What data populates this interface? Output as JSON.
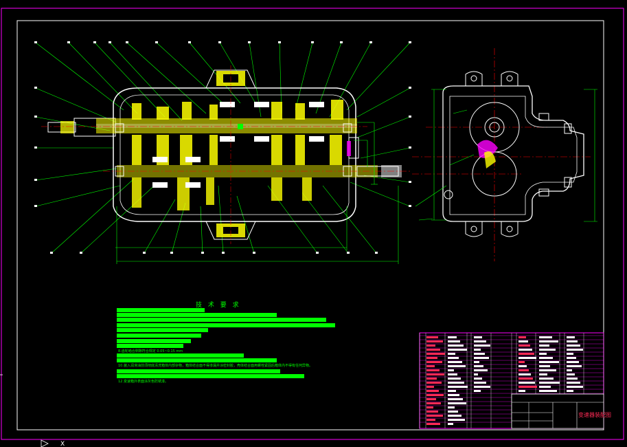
{
  "drawing": {
    "technical_requirements_title": "技 术 要 求",
    "notes": [
      {
        "text": "8.齿轮啮合侧隙符合规定 0.05~0.15 mm",
        "kind": "text"
      },
      {
        "text": "10.装入润滑油前须彻底清洗箱体内部杂物，箱体结合面不得渗漏并涂密封胶，壳体结合面用螺栓紧固后箱体内不得有任何异物。",
        "kind": "text"
      },
      {
        "text": "12.变速箱外表面涂灰色防锈漆。",
        "kind": "text"
      }
    ],
    "title_block_name": "变速器装配图"
  },
  "colors": {
    "background": "#000000",
    "frame": "#ff00ff",
    "lines": "#00ff00",
    "housing": "#ffffff",
    "centerline": "#ff0000",
    "gears": "#ffff00",
    "hatch": "#ffff00",
    "magenta": "#ff00ff",
    "red": "#ff2a55"
  }
}
